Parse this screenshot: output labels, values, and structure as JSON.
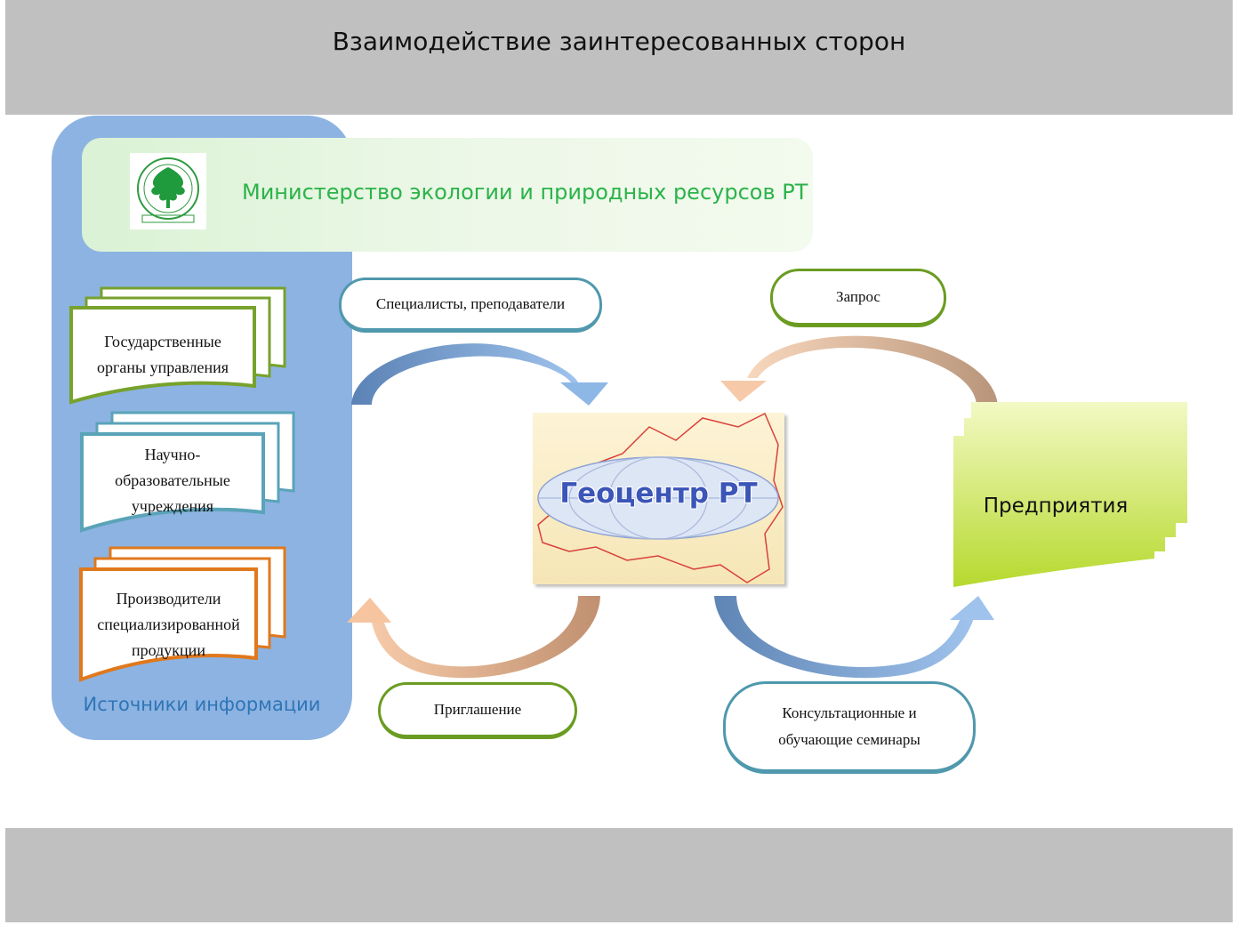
{
  "header": {
    "title": "Взаимодействие заинтересованных сторон"
  },
  "ministry": {
    "name": "Министерство экологии и природных ресурсов РТ",
    "logo_icon": "tree-emblem-icon"
  },
  "sources": {
    "label": "Источники информации",
    "items": [
      {
        "lines": [
          "Государственные",
          "органы управления"
        ],
        "color": "#77a22c"
      },
      {
        "lines": [
          "Научно-",
          "образовательные",
          "учреждения"
        ],
        "color": "#5aa3b8"
      },
      {
        "lines": [
          "Производители",
          "специализированной",
          "продукции"
        ],
        "color": "#e0781c"
      }
    ]
  },
  "center": {
    "label": "Геоцентр РТ"
  },
  "enterprises": {
    "label": "Предприятия"
  },
  "flows": {
    "specialists": "Специалисты, преподаватели",
    "request": "Запрос",
    "invitation": "Приглашение",
    "seminars": [
      "Консультационные и",
      "обучающие семинары"
    ]
  },
  "colors": {
    "header_band": "#c0c0c0",
    "sources_panel": "#8db3e2",
    "ministry_text": "#2cb34a",
    "arrow_blue": "#7ca8d9",
    "arrow_tan": "#c9a07e",
    "arrow_peach": "#f4c7a0",
    "enterprises_fill": "#c9e34a"
  }
}
